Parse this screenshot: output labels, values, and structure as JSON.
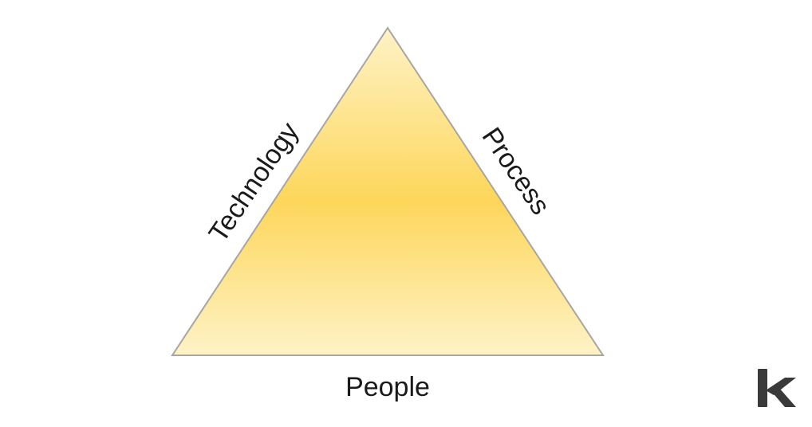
{
  "diagram": {
    "labels": {
      "left": "Technology",
      "right": "Process",
      "bottom": "People"
    },
    "colors": {
      "triangle_center": "#FDD65A",
      "triangle_edge": "#FEF3C7",
      "triangle_outline": "#A6A6A6",
      "text": "#1A1A1A",
      "logo": "#3A3A3A"
    },
    "logo": {
      "icon": "k-logo-icon",
      "text": "k"
    }
  }
}
